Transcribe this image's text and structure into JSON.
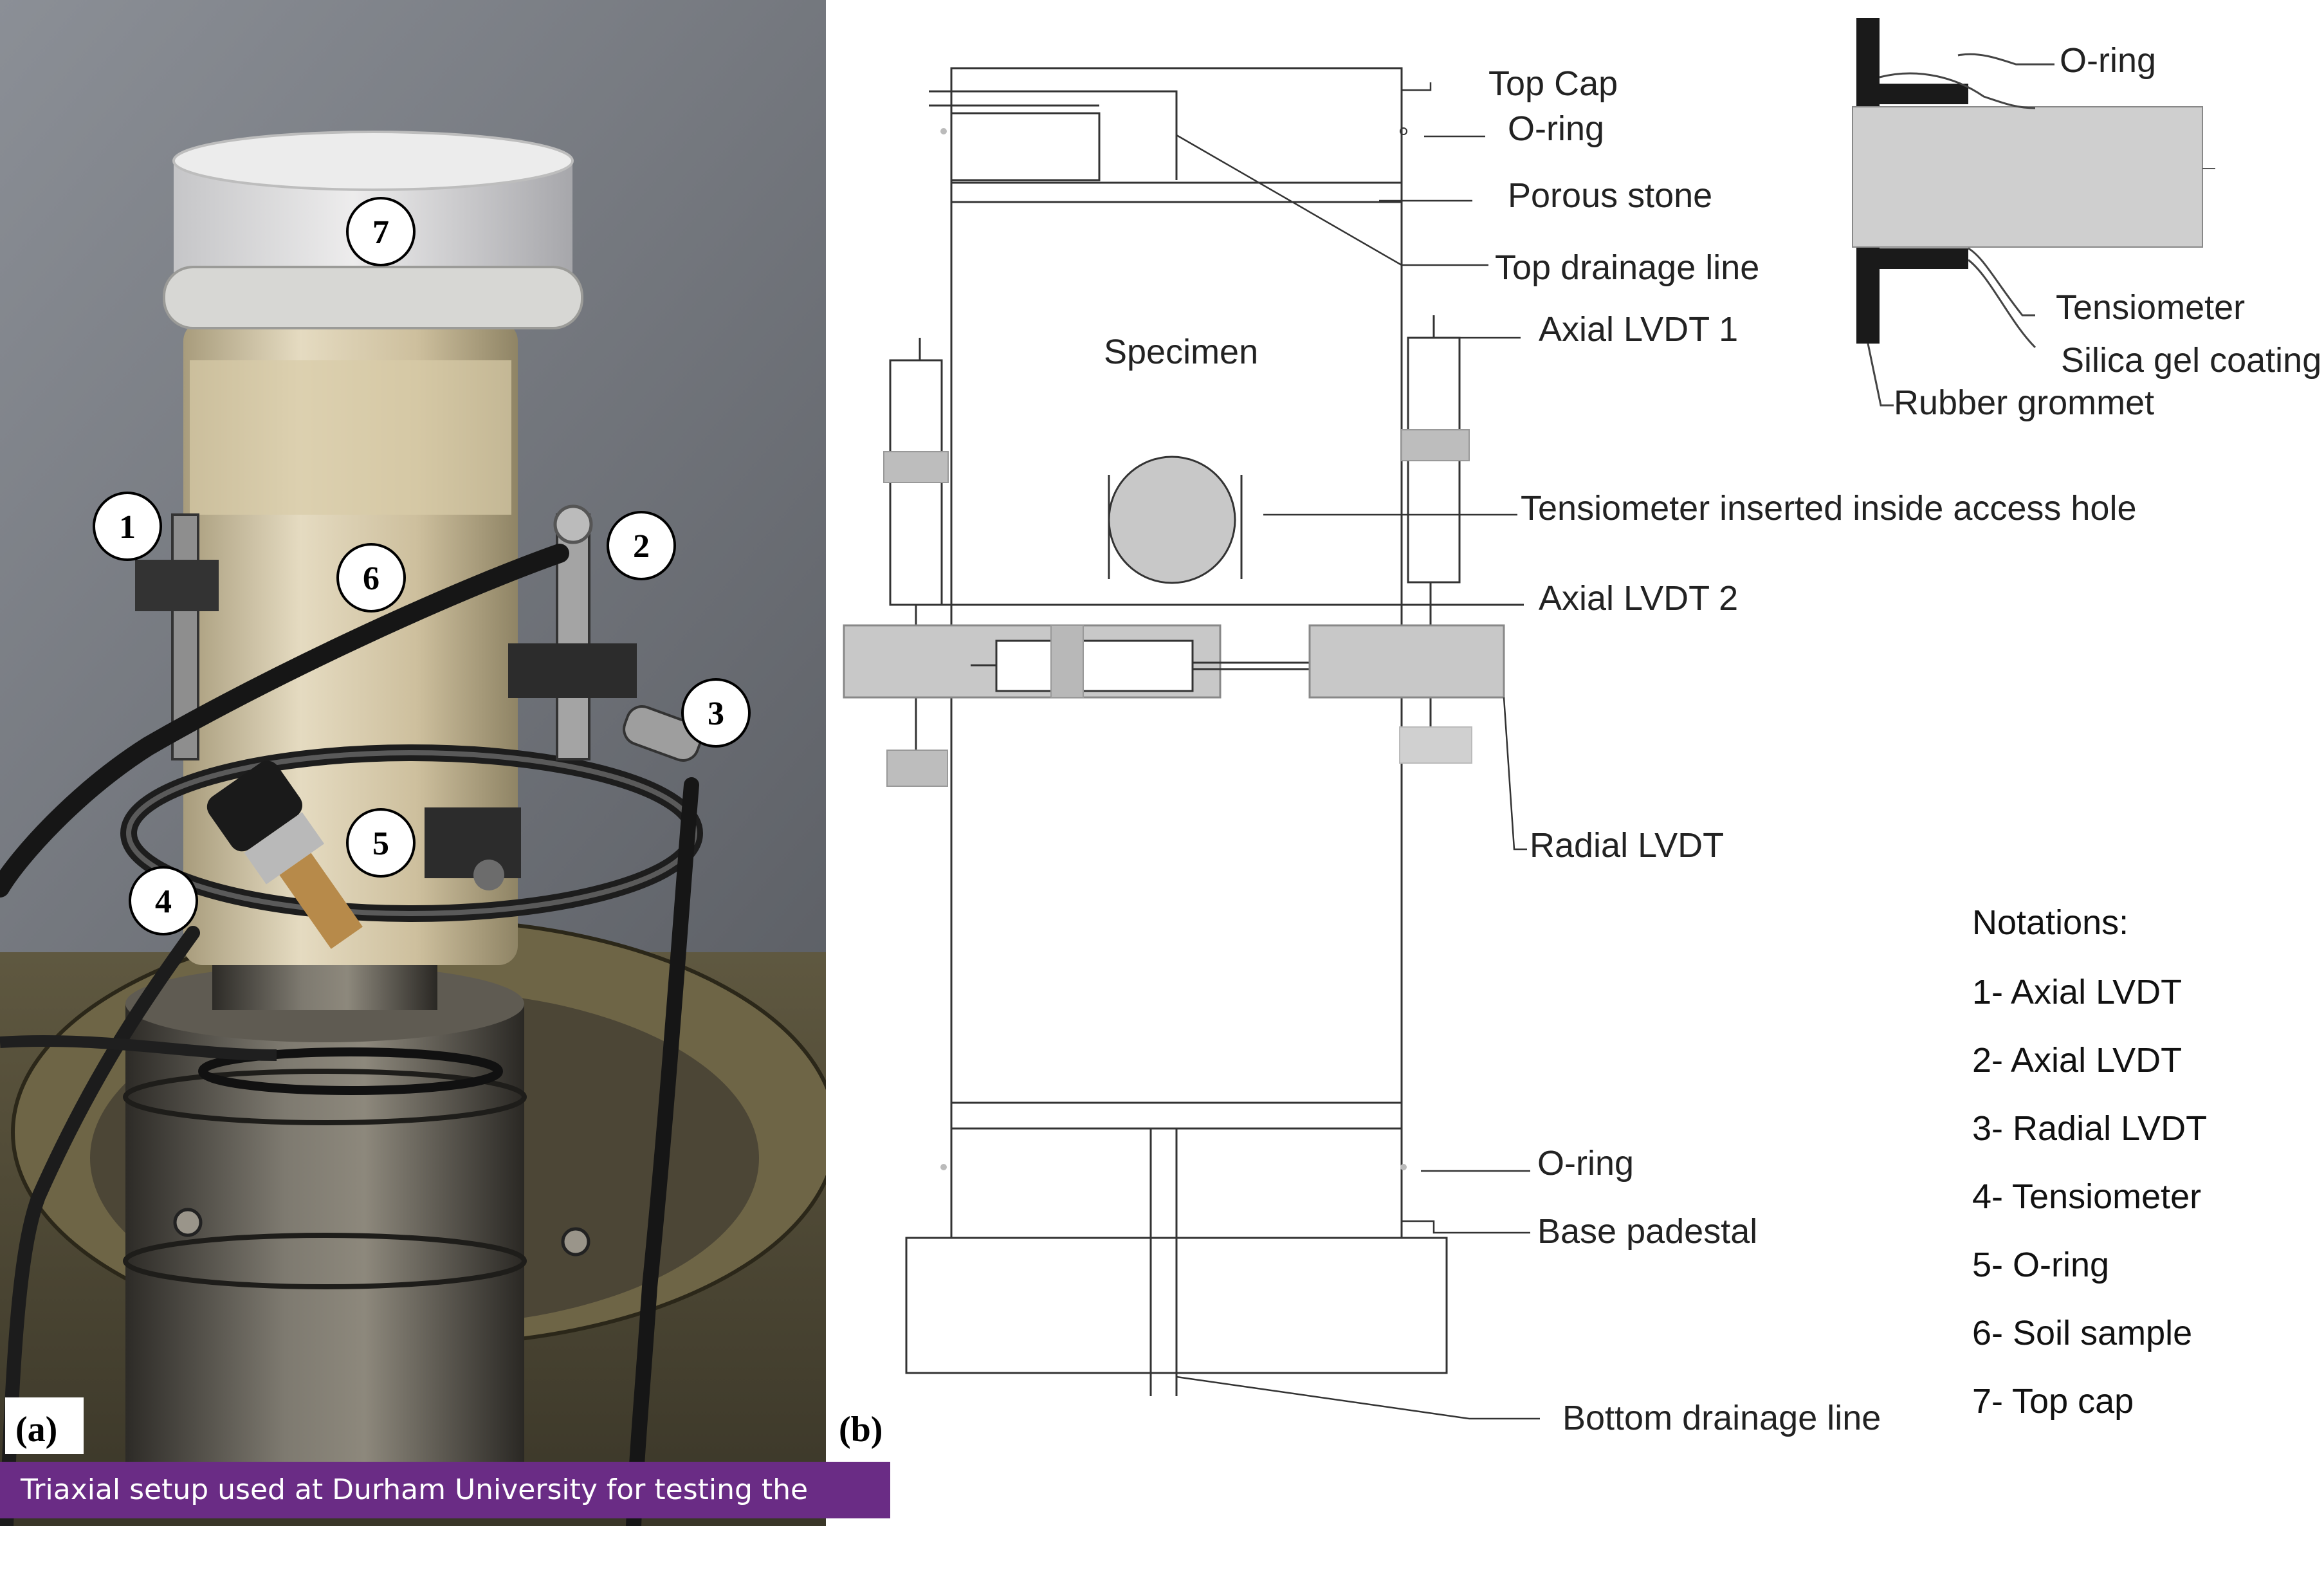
{
  "panel_a": {
    "label": "(a)",
    "callouts": [
      "1",
      "2",
      "3",
      "4",
      "5",
      "6",
      "7"
    ],
    "caption": "Triaxial setup used at Durham University for testing the Tanzanian soil"
  },
  "panel_b": {
    "label": "(b)",
    "specimen_label": "Specimen",
    "labels": {
      "top_cap": "Top Cap",
      "o_ring_top": "O-ring",
      "porous_stone": "Porous stone",
      "top_drainage_line": "Top drainage line",
      "axial_lvdt_1": "Axial LVDT 1",
      "tensiometer_hole": "Tensiometer inserted inside access hole",
      "axial_lvdt_2": "Axial LVDT 2",
      "radial_lvdt": "Radial LVDT",
      "o_ring_bottom": "O-ring",
      "base_pedestal": "Base padestal",
      "bottom_drainage_line": "Bottom drainage line"
    },
    "inset_labels": {
      "o_ring": "O-ring",
      "tensiometer": "Tensiometer",
      "silica_gel": "Silica gel coating",
      "rubber_grommet": "Rubber grommet"
    },
    "notations": {
      "title": "Notations:",
      "items": [
        "1- Axial LVDT",
        "2- Axial LVDT",
        "3- Radial LVDT",
        "4- Tensiometer",
        "5- O-ring",
        "6- Soil sample",
        "7- Top cap"
      ]
    }
  }
}
